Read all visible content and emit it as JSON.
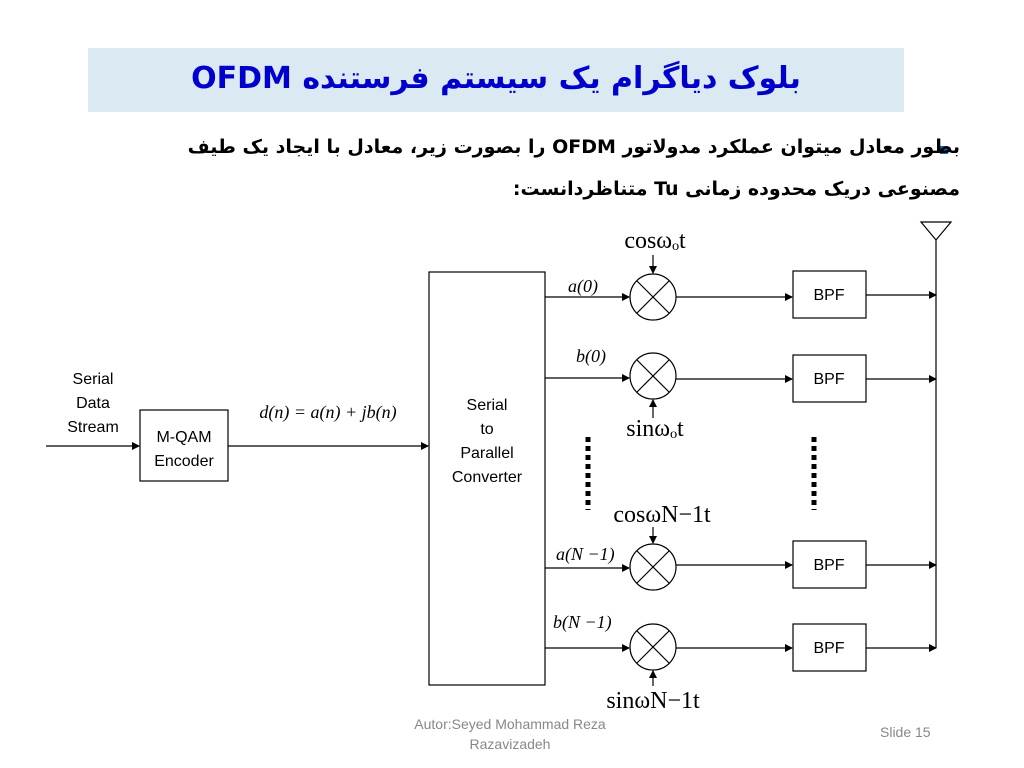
{
  "slide": {
    "title": "بلوک دیاگرام یک سیستم فرستنده OFDM",
    "body_line1": "بطور معادل میتوان عملکرد مدولاتور OFDM را بصورت زیر، معادل با ایجاد یک طیف",
    "body_line2": "مصنوعی دریک محدوده زمانی Tu متناظردانست:"
  },
  "diagram": {
    "input_label_line1": "Serial",
    "input_label_line2": "Data",
    "input_label_line3": "Stream",
    "encoder_line1": "M-QAM",
    "encoder_line2": "Encoder",
    "equation": "d(n) = a(n) + jb(n)",
    "converter_line1": "Serial",
    "converter_line2": "to",
    "converter_line3": "Parallel",
    "converter_line4": "Converter",
    "branch1_signal": "a(0)",
    "branch2_signal": "b(0)",
    "branch3_signal": "a(N −1)",
    "branch4_signal": "b(N −1)",
    "carrier1": "cosωₒt",
    "carrier2": "sinωₒt",
    "carrier3": "cosωN−1t",
    "carrier4": "sinωN−1t",
    "bpf_label": "BPF"
  },
  "footer": {
    "author_line1": "Autor:Seyed Mohammad Reza",
    "author_line2": "Razavizadeh",
    "slide_number": "Slide 15"
  }
}
